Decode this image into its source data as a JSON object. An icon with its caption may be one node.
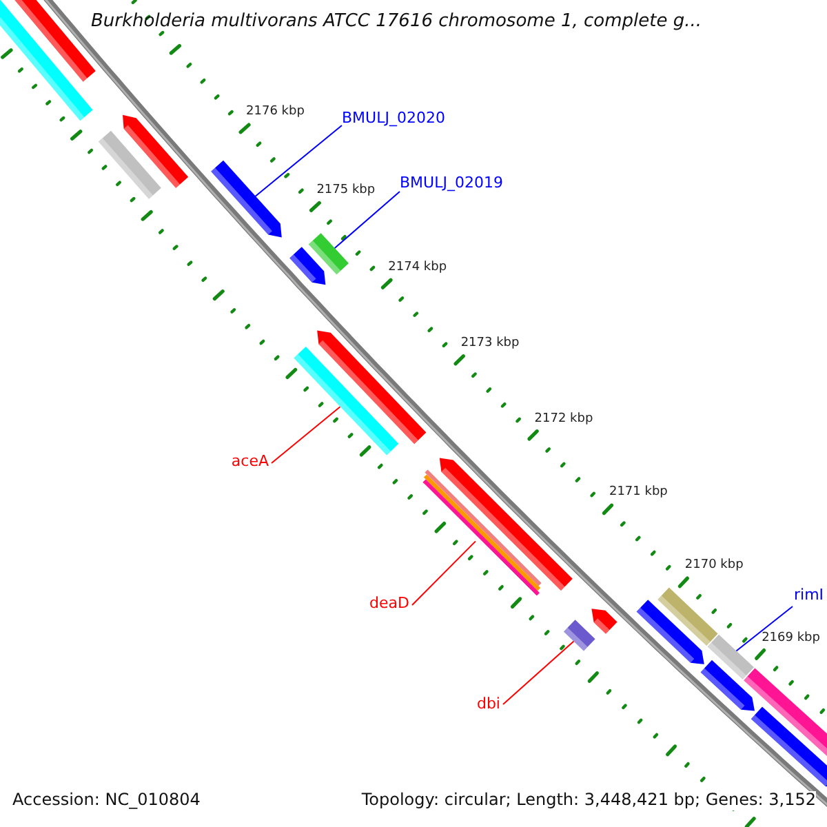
{
  "diagram": {
    "title": "Burkholderia multivorans ATCC 17616 chromosome 1, complete g...",
    "nodes": [
      {
        "text": [
          "BMULJ_02020"
        ]
      },
      {
        "text": [],
        "shape": "arrow"
      },
      {
        "text": [
          "BMULJ_02019"
        ]
      },
      {
        "text": [],
        "shape": "bar"
      },
      {
        "text": [
          "aceA"
        ]
      },
      {
        "text": [],
        "shape": "bar"
      },
      {
        "text": [
          "deaD"
        ]
      },
      {
        "text": [],
        "shape": "bar"
      },
      {
        "text": [
          "dbi"
        ]
      },
      {
        "text": [],
        "shape": "bar"
      },
      {
        "text": [
          "rimI"
        ]
      },
      {
        "text": [],
        "shape": "bar"
      }
    ],
    "edges": [
      {
        "from": 0,
        "to": 1,
        "arrow": "none"
      },
      {
        "from": 2,
        "to": 3,
        "arrow": "none"
      },
      {
        "from": 4,
        "to": 5,
        "arrow": "none",
        "color": "#ff0000"
      },
      {
        "from": 6,
        "to": 7,
        "arrow": "none",
        "color": "#ff0000"
      },
      {
        "from": 8,
        "to": 9,
        "arrow": "none",
        "color": "#ff0000"
      },
      {
        "from": 10,
        "to": 11,
        "arrow": "none"
      }
    ],
    "labels": [
      "2176 kbp",
      "2175 kbp",
      "2174 kbp",
      "2173 kbp",
      "2172 kbp",
      "2171 kbp",
      "2170 kbp",
      "2169 kbp",
      "Accession: NC_010804",
      "Topology: circular; Length: 3,448,421 bp; Genes: 3,152"
    ]
  }
}
